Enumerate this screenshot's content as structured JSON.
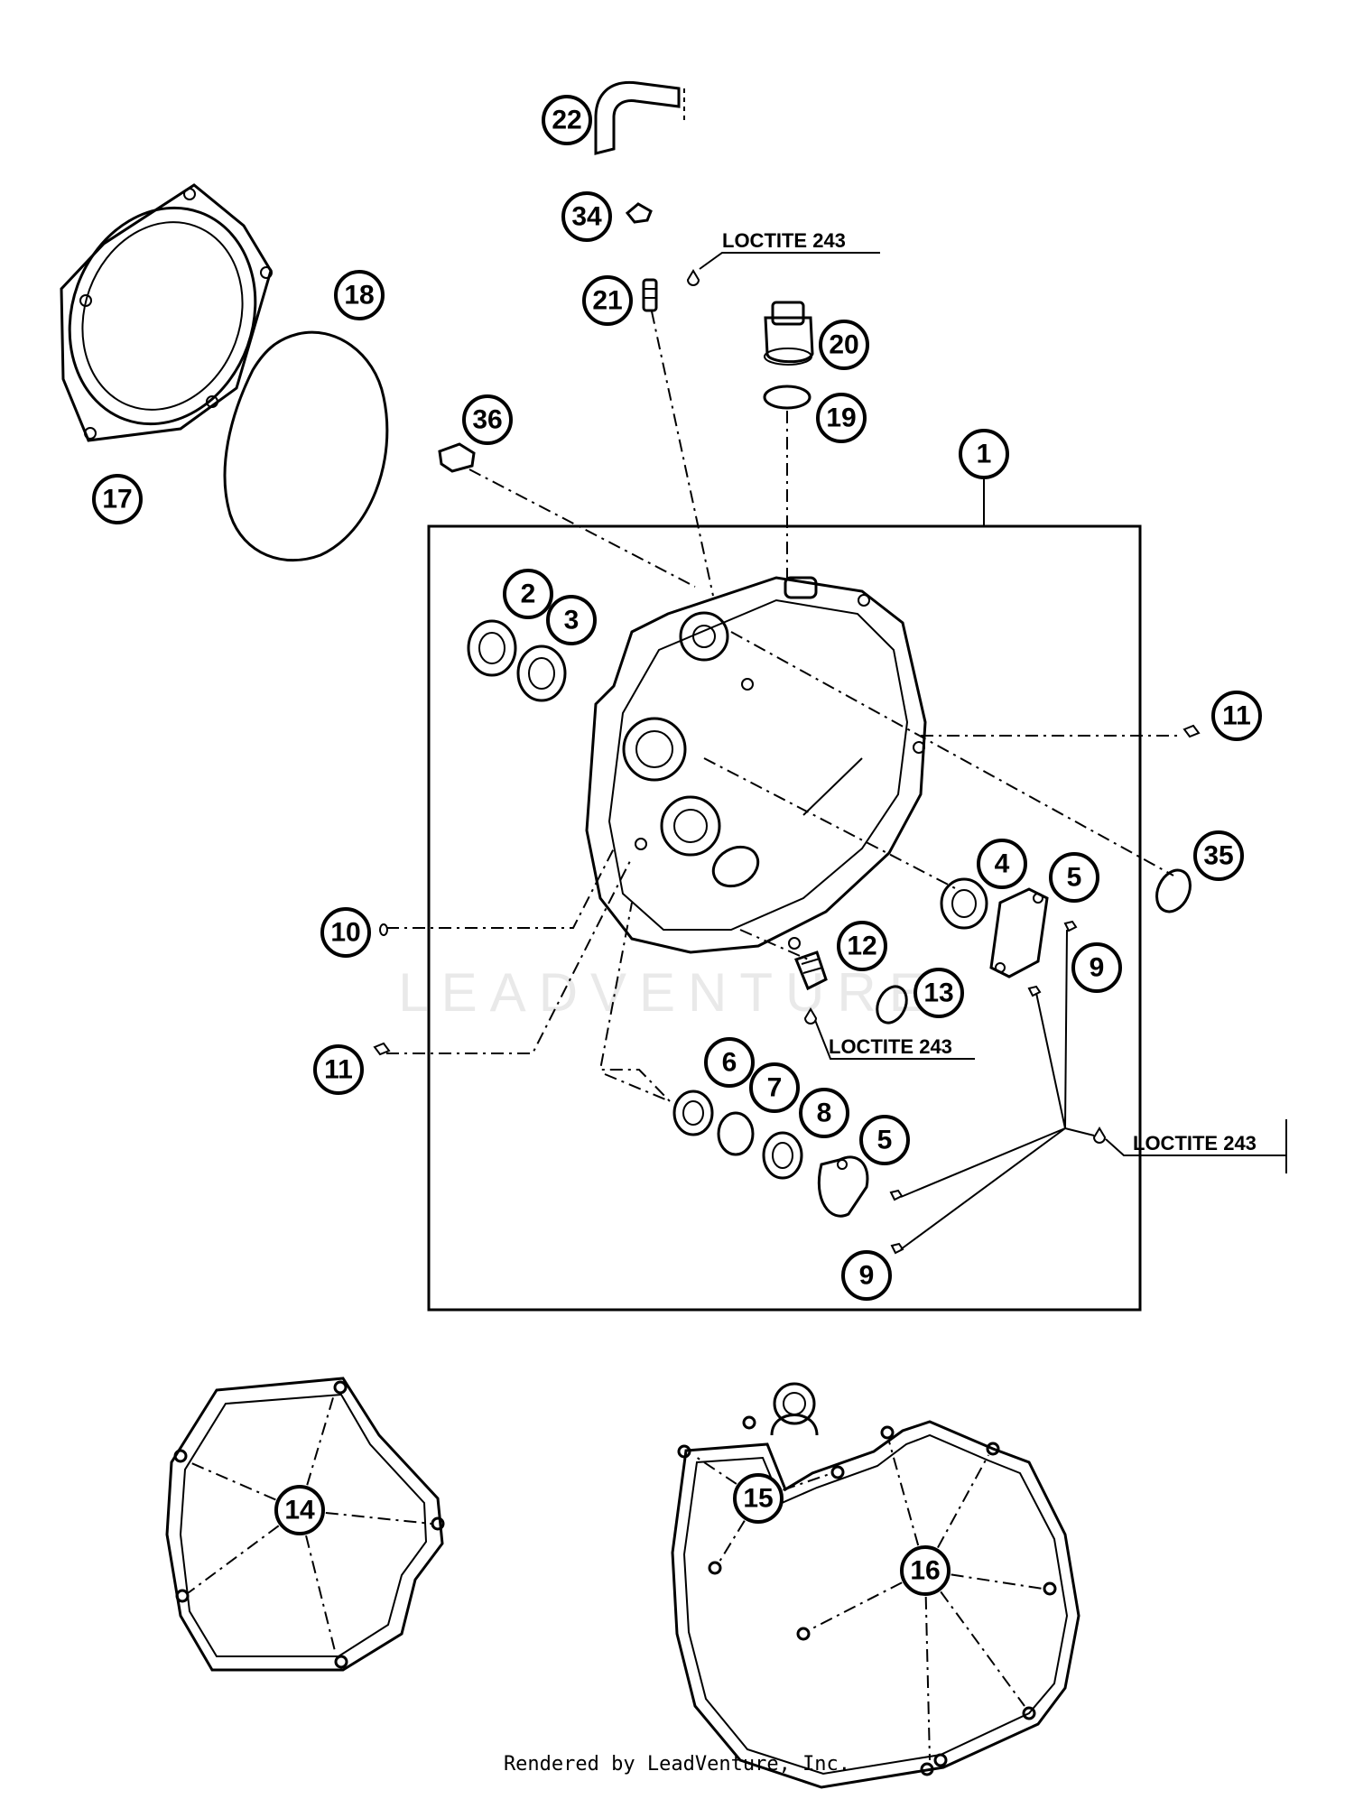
{
  "callouts": [
    {
      "id": "c1",
      "label": "1"
    },
    {
      "id": "c2",
      "label": "2"
    },
    {
      "id": "c3",
      "label": "3"
    },
    {
      "id": "c4",
      "label": "4"
    },
    {
      "id": "c5a",
      "label": "5"
    },
    {
      "id": "c5b",
      "label": "5"
    },
    {
      "id": "c6",
      "label": "6"
    },
    {
      "id": "c7",
      "label": "7"
    },
    {
      "id": "c8",
      "label": "8"
    },
    {
      "id": "c9a",
      "label": "9"
    },
    {
      "id": "c9b",
      "label": "9"
    },
    {
      "id": "c10",
      "label": "10"
    },
    {
      "id": "c11a",
      "label": "11"
    },
    {
      "id": "c11b",
      "label": "11"
    },
    {
      "id": "c12",
      "label": "12"
    },
    {
      "id": "c13",
      "label": "13"
    },
    {
      "id": "c14",
      "label": "14"
    },
    {
      "id": "c15",
      "label": "15"
    },
    {
      "id": "c16",
      "label": "16"
    },
    {
      "id": "c17",
      "label": "17"
    },
    {
      "id": "c18",
      "label": "18"
    },
    {
      "id": "c19",
      "label": "19"
    },
    {
      "id": "c20",
      "label": "20"
    },
    {
      "id": "c21",
      "label": "21"
    },
    {
      "id": "c22",
      "label": "22"
    },
    {
      "id": "c34",
      "label": "34"
    },
    {
      "id": "c35",
      "label": "35"
    },
    {
      "id": "c36",
      "label": "36"
    }
  ],
  "notes": {
    "loctite_top": "LOCTITE 243",
    "loctite_mid": "LOCTITE 243",
    "loctite_right": "LOCTITE 243"
  },
  "watermark": "LEADVENTURE",
  "credit": "Rendered by LeadVenture, Inc."
}
